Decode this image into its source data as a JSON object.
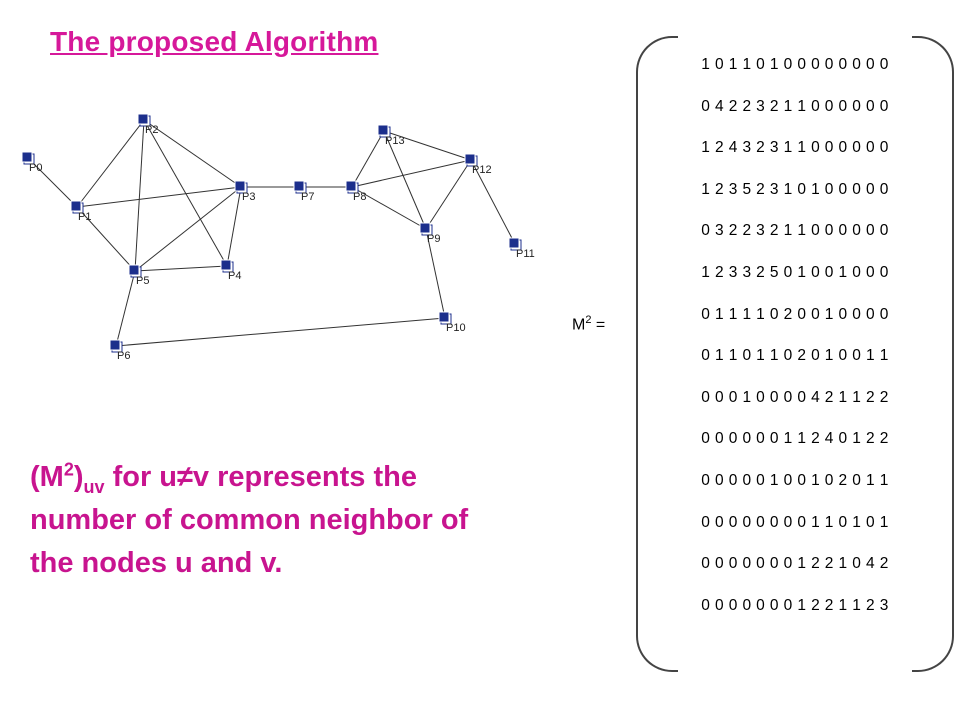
{
  "title": "The proposed Algorithm",
  "graph": {
    "nodes": [
      "P0",
      "P1",
      "P2",
      "P3",
      "P4",
      "P5",
      "P6",
      "P7",
      "P8",
      "P9",
      "P10",
      "P11",
      "P12",
      "P13"
    ],
    "edges": [
      [
        "P0",
        "P1"
      ],
      [
        "P1",
        "P2"
      ],
      [
        "P1",
        "P3"
      ],
      [
        "P1",
        "P5"
      ],
      [
        "P2",
        "P3"
      ],
      [
        "P2",
        "P4"
      ],
      [
        "P2",
        "P5"
      ],
      [
        "P3",
        "P4"
      ],
      [
        "P3",
        "P5"
      ],
      [
        "P3",
        "P7"
      ],
      [
        "P4",
        "P5"
      ],
      [
        "P5",
        "P6"
      ],
      [
        "P6",
        "P10"
      ],
      [
        "P7",
        "P8"
      ],
      [
        "P8",
        "P9"
      ],
      [
        "P8",
        "P12"
      ],
      [
        "P8",
        "P13"
      ],
      [
        "P9",
        "P10"
      ],
      [
        "P9",
        "P12"
      ],
      [
        "P9",
        "P13"
      ],
      [
        "P12",
        "P13"
      ],
      [
        "P11",
        "P12"
      ]
    ],
    "node_color": "#1c2f8c"
  },
  "statement": {
    "part1": "(M",
    "sup": "2",
    "part2": ")",
    "sub": "uv",
    "part3": " for u≠v represents the number of common neighbor of the nodes u and v."
  },
  "matrix_label": {
    "name": "M",
    "sup": "2",
    "eq": " ="
  },
  "matrix_rows": [
    "1 0 1 1 0 1 0 0 0 0 0 0 0 0",
    "0 4 2 2 3 2 1 1 0 0 0 0 0 0",
    "1 2 4 3 2 3 1 1 0 0 0 0 0 0",
    "1 2 3 5 2 3 1 0 1 0 0 0 0 0",
    "0 3 2 2 3 2 1 1 0 0 0 0 0 0",
    "1 2 3 3 2 5 0 1 0 0 1 0 0 0",
    "0 1 1 1 1 0 2 0 0 1 0 0 0 0",
    "0 1 1 0 1 1 0 2 0 1 0 0 1 1",
    "0 0 0 1 0 0 0 0 4 2 1 1 2 2",
    "0 0 0 0 0 0 1 1 2 4 0 1 2 2",
    "0 0 0 0 0 1 0 0 1 0 2 0 1 1",
    "0 0 0 0 0 0 0 0 1 1 0 1 0 1",
    "0 0 0 0 0 0 0 1 2 2 1 0 4 2",
    "0 0 0 0 0 0 0 1 2 2 1 1 2 3"
  ]
}
